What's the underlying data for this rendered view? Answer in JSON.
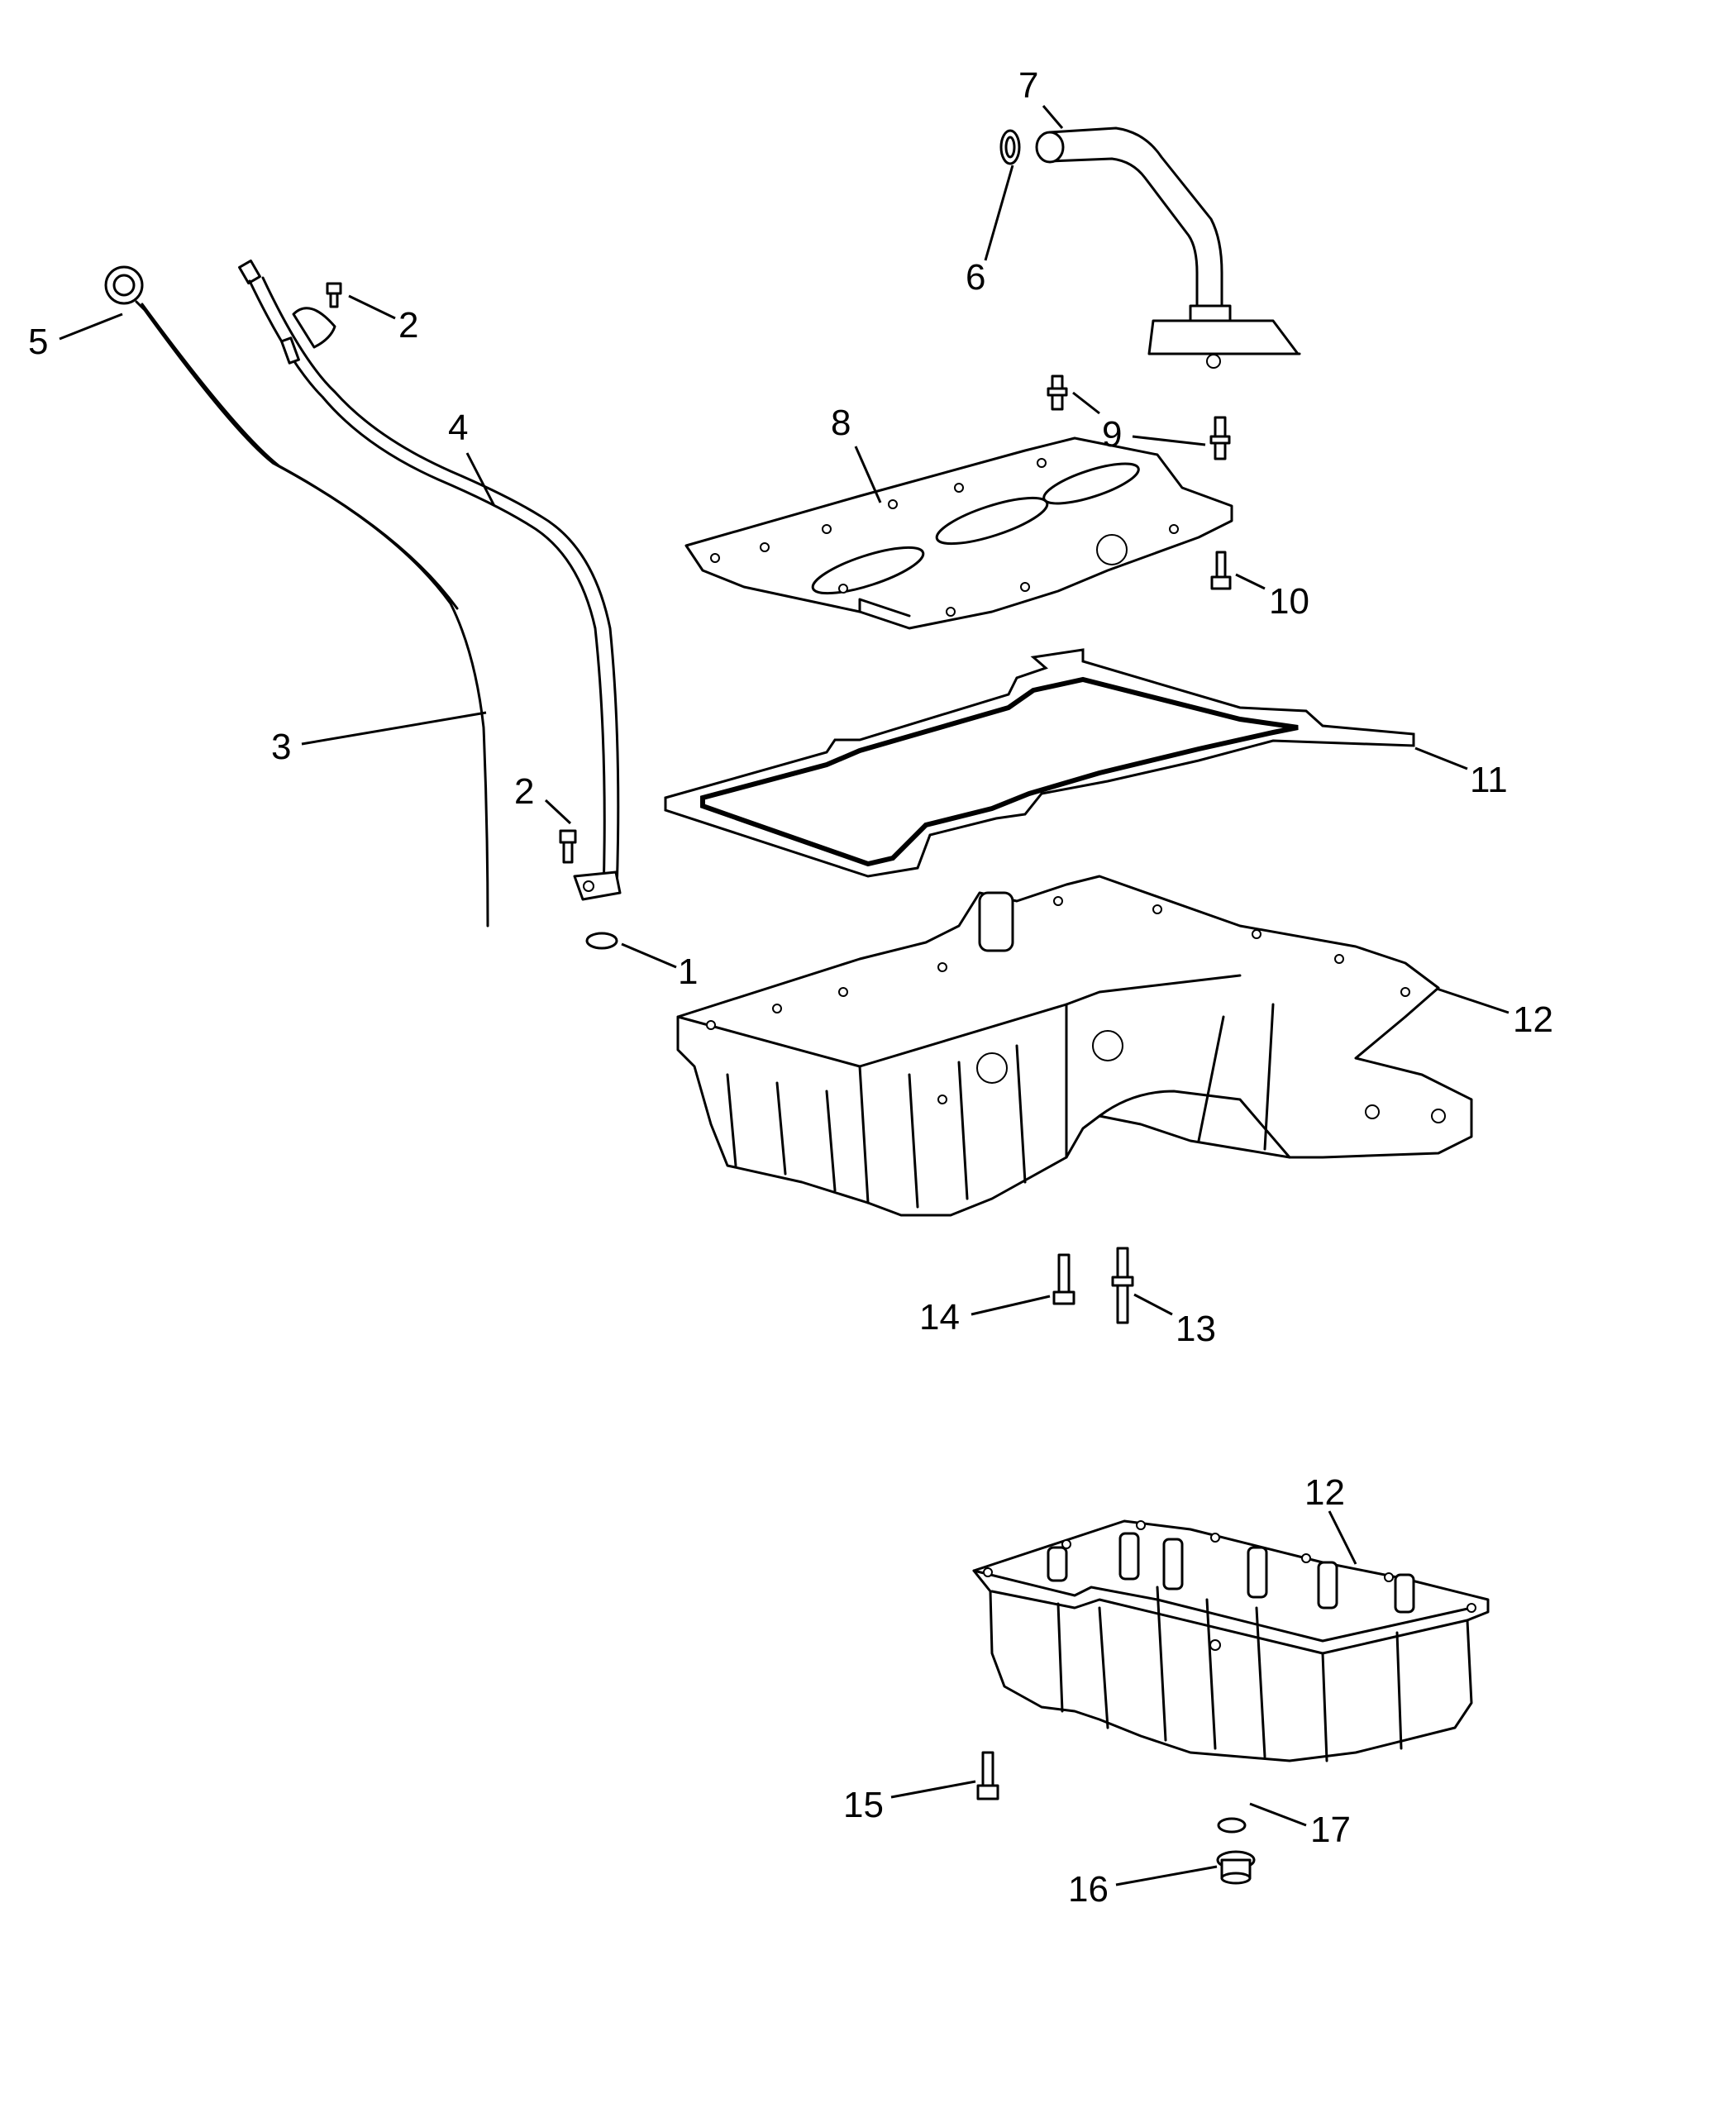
{
  "callouts": [
    {
      "id": "c1",
      "text": "1"
    },
    {
      "id": "c2a",
      "text": "2"
    },
    {
      "id": "c2b",
      "text": "2"
    },
    {
      "id": "c3",
      "text": "3"
    },
    {
      "id": "c4",
      "text": "4"
    },
    {
      "id": "c5",
      "text": "5"
    },
    {
      "id": "c6",
      "text": "6"
    },
    {
      "id": "c7",
      "text": "7"
    },
    {
      "id": "c8",
      "text": "8"
    },
    {
      "id": "c9",
      "text": "9"
    },
    {
      "id": "c10",
      "text": "10"
    },
    {
      "id": "c11",
      "text": "11"
    },
    {
      "id": "c12a",
      "text": "12"
    },
    {
      "id": "c12b",
      "text": "12"
    },
    {
      "id": "c13",
      "text": "13"
    },
    {
      "id": "c14",
      "text": "14"
    },
    {
      "id": "c15",
      "text": "15"
    },
    {
      "id": "c16",
      "text": "16"
    },
    {
      "id": "c17",
      "text": "17"
    }
  ]
}
